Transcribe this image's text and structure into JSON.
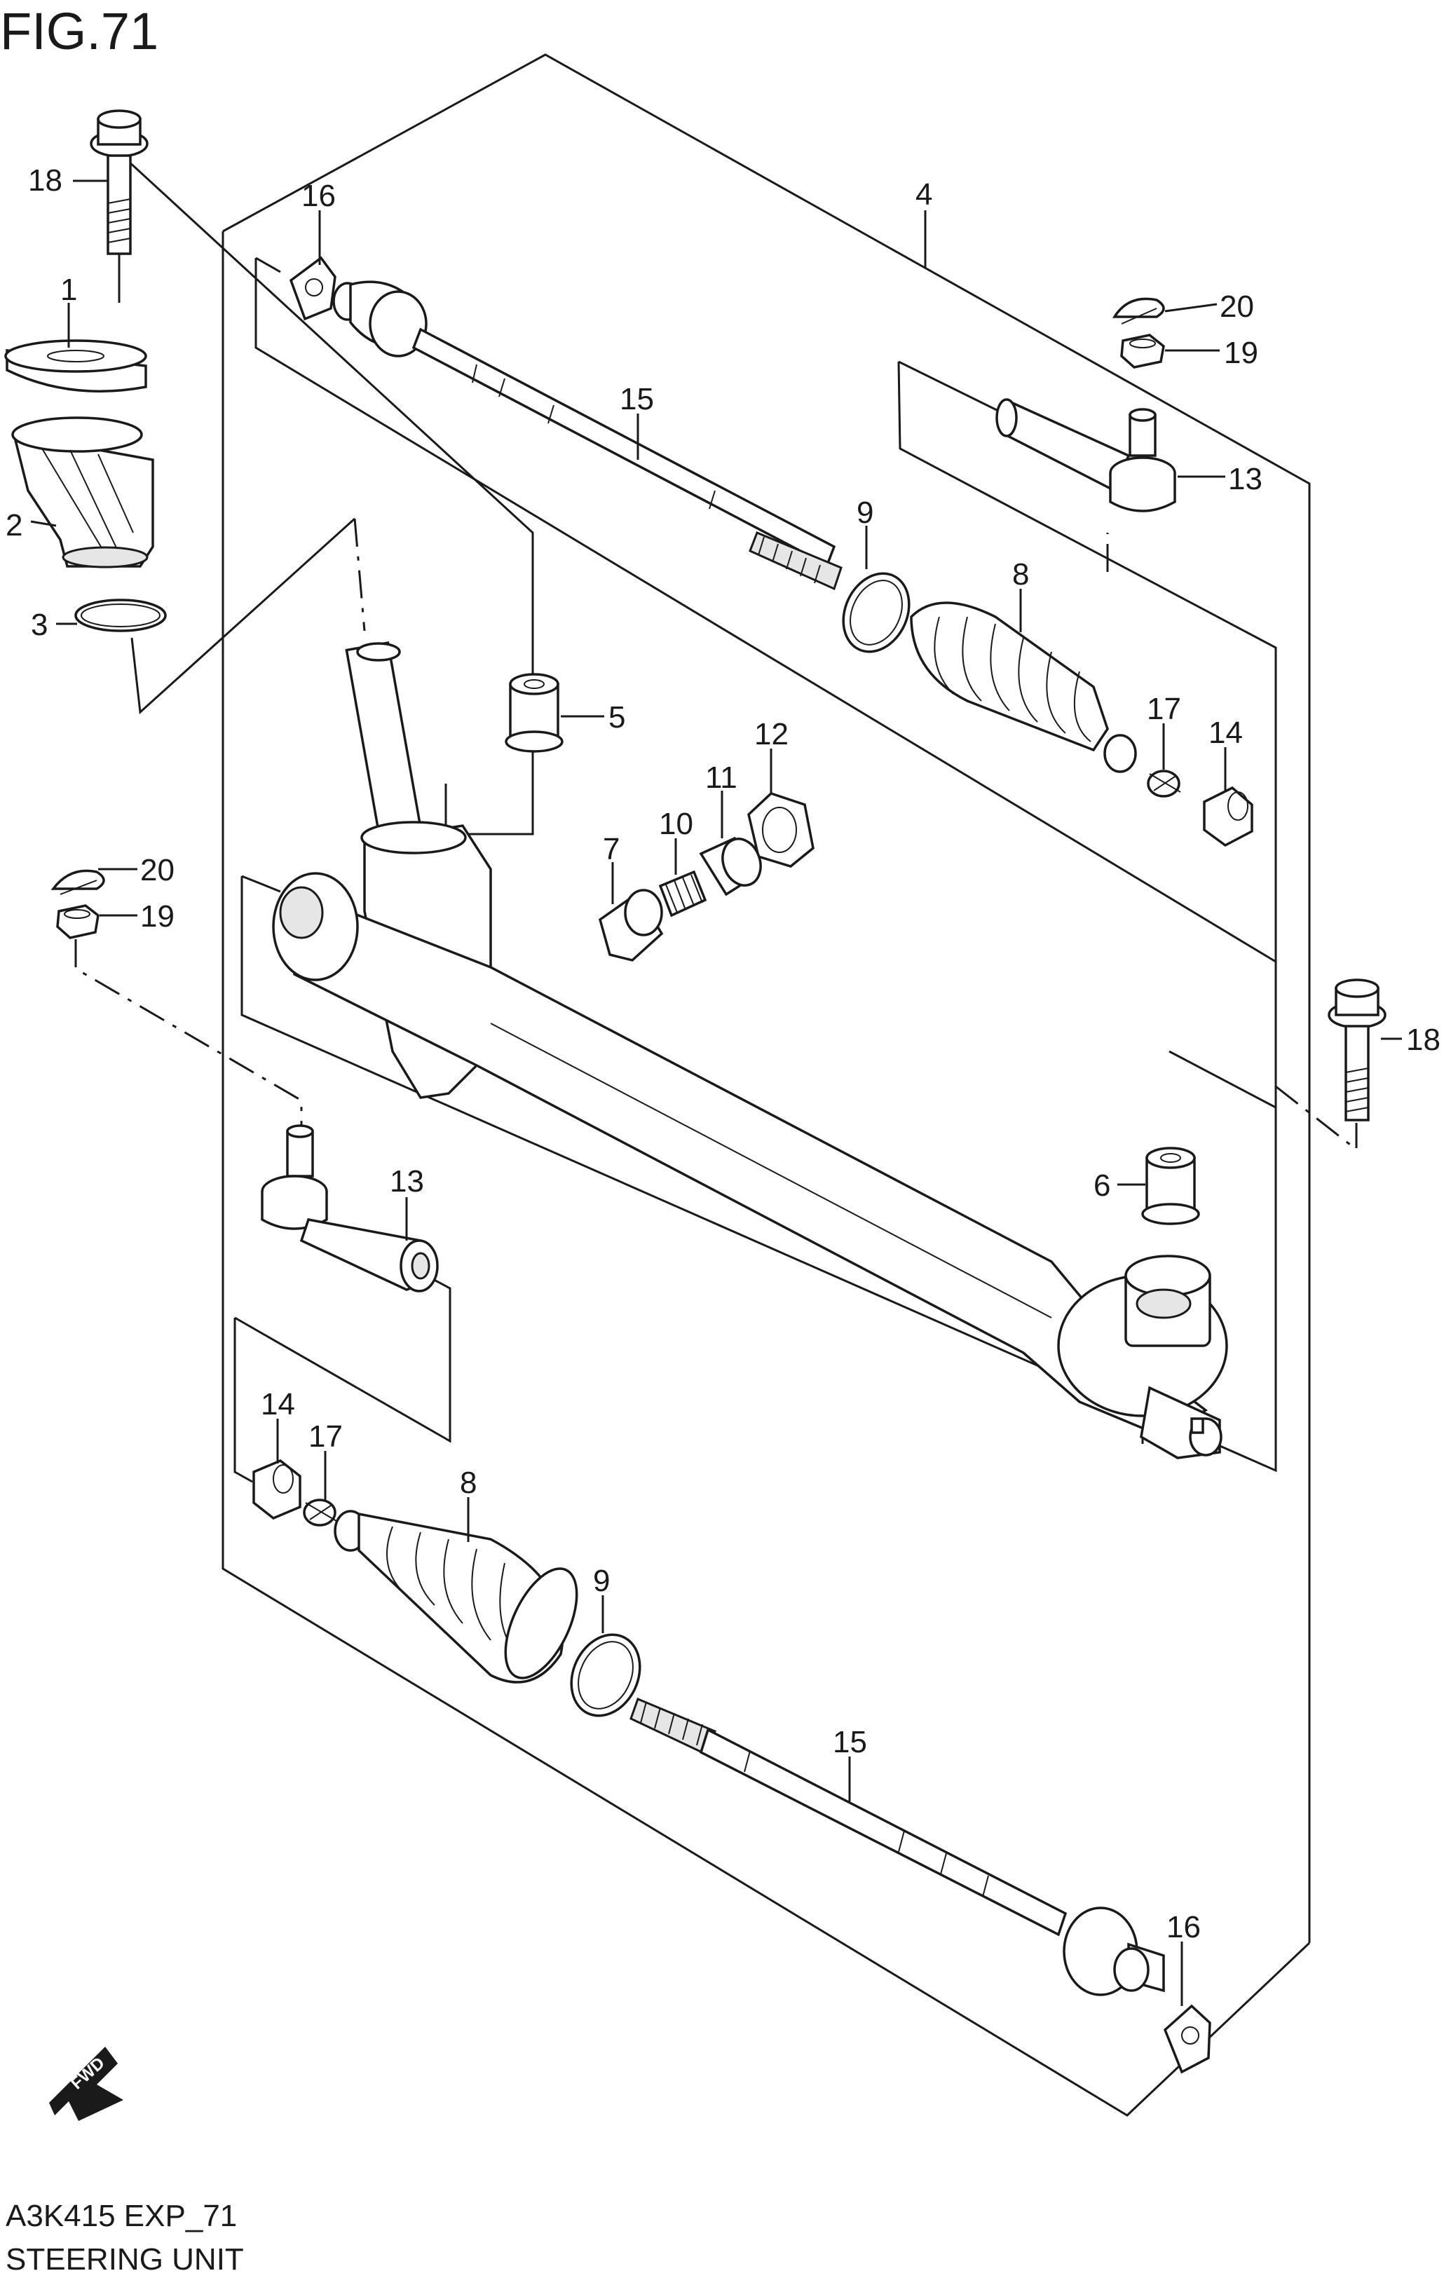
{
  "figure": {
    "title": "FIG.71",
    "code": "A3K415 EXP_71",
    "name": "STEERING UNIT",
    "fwd_label": "FWD"
  },
  "callouts": [
    {
      "id": "c18a",
      "label": "18"
    },
    {
      "id": "c1",
      "label": "1"
    },
    {
      "id": "c2",
      "label": "2"
    },
    {
      "id": "c3",
      "label": "3"
    },
    {
      "id": "c16a",
      "label": "16"
    },
    {
      "id": "c4",
      "label": "4"
    },
    {
      "id": "c15a",
      "label": "15"
    },
    {
      "id": "c20a",
      "label": "20"
    },
    {
      "id": "c19a",
      "label": "19"
    },
    {
      "id": "c13a",
      "label": "13"
    },
    {
      "id": "c9a",
      "label": "9"
    },
    {
      "id": "c8a",
      "label": "8"
    },
    {
      "id": "c5",
      "label": "5"
    },
    {
      "id": "c12",
      "label": "12"
    },
    {
      "id": "c11",
      "label": "11"
    },
    {
      "id": "c10",
      "label": "10"
    },
    {
      "id": "c7",
      "label": "7"
    },
    {
      "id": "c17a",
      "label": "17"
    },
    {
      "id": "c14a",
      "label": "14"
    },
    {
      "id": "c20b",
      "label": "20"
    },
    {
      "id": "c19b",
      "label": "19"
    },
    {
      "id": "c18b",
      "label": "18"
    },
    {
      "id": "c13b",
      "label": "13"
    },
    {
      "id": "c6",
      "label": "6"
    },
    {
      "id": "c14b",
      "label": "14"
    },
    {
      "id": "c17b",
      "label": "17"
    },
    {
      "id": "c8b",
      "label": "8"
    },
    {
      "id": "c9b",
      "label": "9"
    },
    {
      "id": "c15b",
      "label": "15"
    },
    {
      "id": "c16b",
      "label": "16"
    }
  ]
}
